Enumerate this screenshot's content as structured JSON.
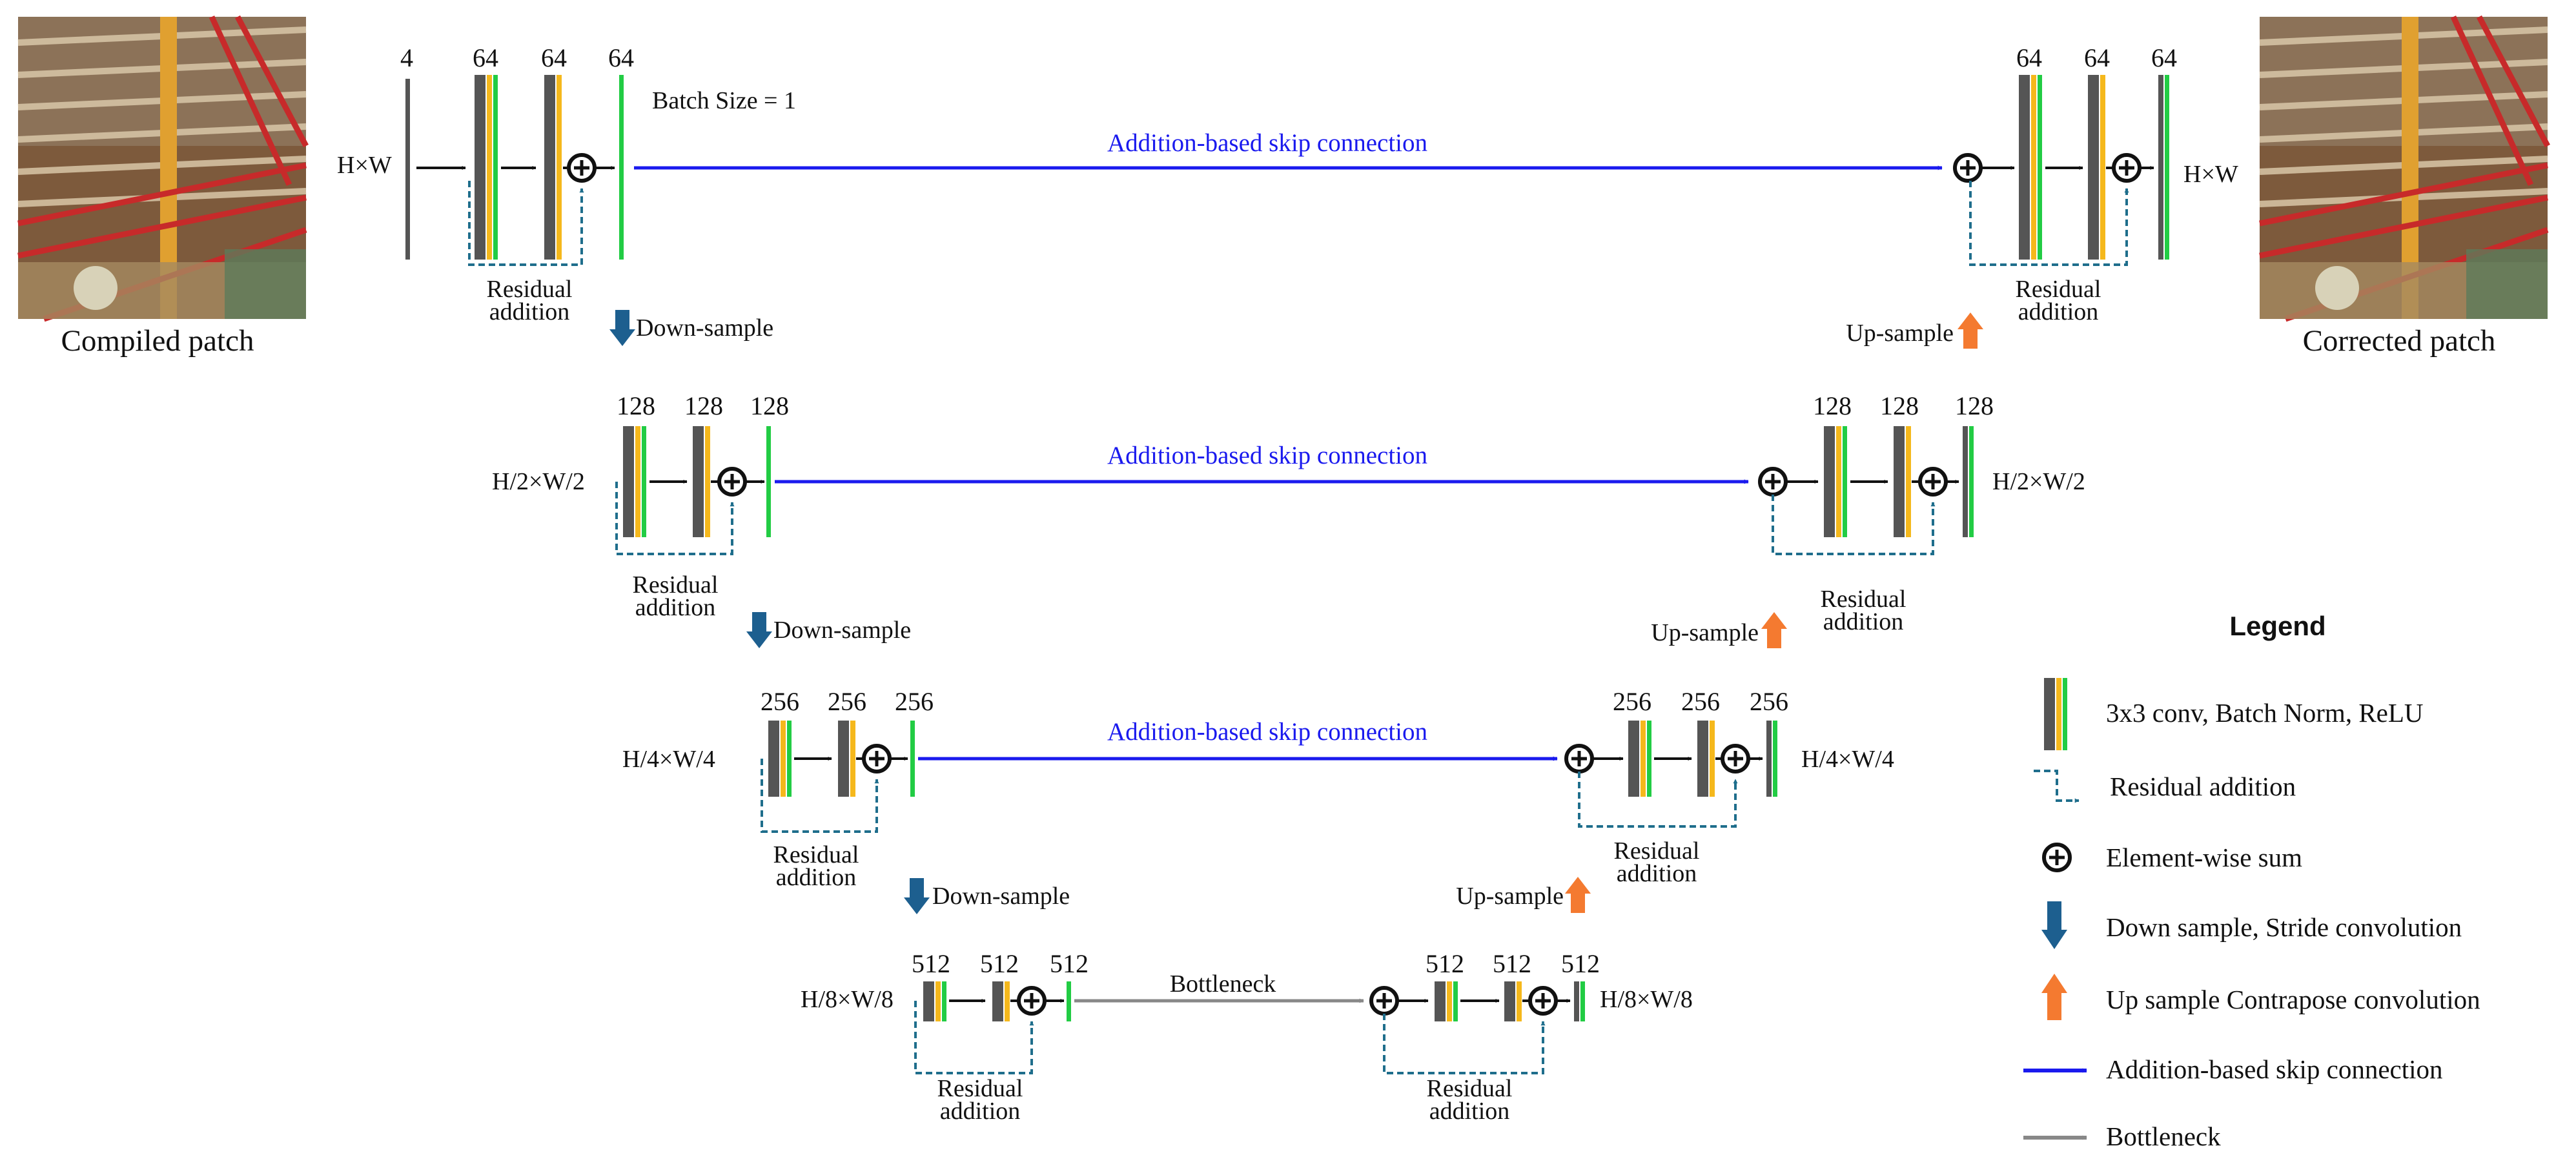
{
  "colors": {
    "gray_bar": "#555555",
    "yellow_bar": "#f5b81c",
    "green_bar": "#22cc44",
    "residual": "#1f6e8c",
    "skip": "#1a1aee",
    "down": "#1d5f8f",
    "up": "#f47a30",
    "bottleneck": "#888888"
  },
  "photos": {
    "input_caption": "Compiled patch",
    "output_caption": "Corrected patch"
  },
  "batch_size_label": "Batch Size = 1",
  "levels": [
    {
      "enc_dim": "H×W",
      "dec_dim": "H×W",
      "enc_channels": [
        "4",
        "64",
        "64",
        "64"
      ],
      "dec_channels": [
        "64",
        "64",
        "64"
      ],
      "skip_label": "Addition-based skip connection",
      "enc_residual": [
        "Residual",
        "addition"
      ],
      "dec_residual": [
        "Residual",
        "addition"
      ],
      "down_label": "Down-sample",
      "up_label": "Up-sample"
    },
    {
      "enc_dim": "H/2×W/2",
      "dec_dim": "H/2×W/2",
      "enc_channels": [
        "128",
        "128",
        "128"
      ],
      "dec_channels": [
        "128",
        "128",
        "128"
      ],
      "skip_label": "Addition-based skip connection",
      "enc_residual": [
        "Residual",
        "addition"
      ],
      "dec_residual": [
        "Residual",
        "addition"
      ],
      "down_label": "Down-sample",
      "up_label": "Up-sample"
    },
    {
      "enc_dim": "H/4×W/4",
      "dec_dim": "H/4×W/4",
      "enc_channels": [
        "256",
        "256",
        "256"
      ],
      "dec_channels": [
        "256",
        "256",
        "256"
      ],
      "skip_label": "Addition-based skip connection",
      "enc_residual": [
        "Residual",
        "addition"
      ],
      "dec_residual": [
        "Residual",
        "addition"
      ],
      "down_label": "Down-sample",
      "up_label": "Up-sample"
    },
    {
      "enc_dim": "H/8×W/8",
      "dec_dim": "H/8×W/8",
      "enc_channels": [
        "512",
        "512",
        "512"
      ],
      "dec_channels": [
        "512",
        "512",
        "512"
      ],
      "bottleneck_label": "Bottleneck",
      "enc_residual": [
        "Residual",
        "addition"
      ],
      "dec_residual": [
        "Residual",
        "addition"
      ]
    }
  ],
  "legend": {
    "title": "Legend",
    "items": [
      {
        "icon": "conv-block-icon",
        "label": "3x3 conv, Batch Norm, ReLU"
      },
      {
        "icon": "residual-arrow-icon",
        "label": "Residual addition"
      },
      {
        "icon": "element-sum-icon",
        "label": "Element-wise sum"
      },
      {
        "icon": "down-arrow-icon",
        "label": "Down sample, Stride convolution"
      },
      {
        "icon": "up-arrow-icon",
        "label": "Up sample Contrapose convolution"
      },
      {
        "icon": "skip-arrow-icon",
        "label": "Addition-based skip connection"
      },
      {
        "icon": "bottleneck-arrow-icon",
        "label": "Bottleneck"
      }
    ]
  }
}
